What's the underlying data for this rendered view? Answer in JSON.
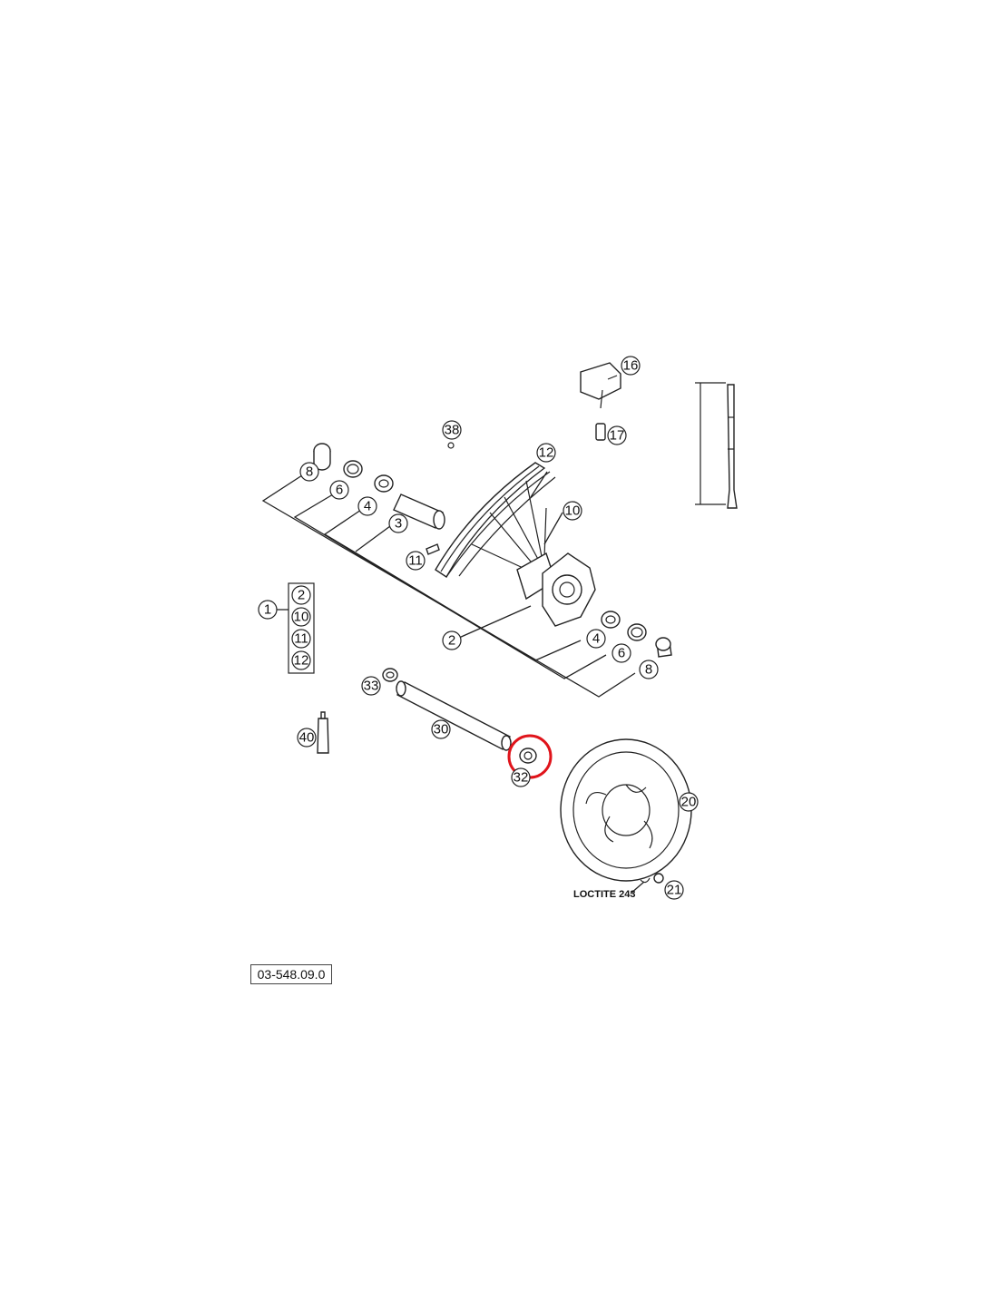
{
  "diagram": {
    "callouts": [
      {
        "id": "c1",
        "label": "1"
      },
      {
        "id": "c2a",
        "label": "2"
      },
      {
        "id": "c10a",
        "label": "10"
      },
      {
        "id": "c11a",
        "label": "11"
      },
      {
        "id": "c12a",
        "label": "12"
      },
      {
        "id": "c2",
        "label": "2"
      },
      {
        "id": "c3",
        "label": "3"
      },
      {
        "id": "c4",
        "label": "4"
      },
      {
        "id": "c4b",
        "label": "4"
      },
      {
        "id": "c6",
        "label": "6"
      },
      {
        "id": "c6b",
        "label": "6"
      },
      {
        "id": "c8",
        "label": "8"
      },
      {
        "id": "c8b",
        "label": "8"
      },
      {
        "id": "c10",
        "label": "10"
      },
      {
        "id": "c11",
        "label": "11"
      },
      {
        "id": "c12",
        "label": "12"
      },
      {
        "id": "c16",
        "label": "16"
      },
      {
        "id": "c17",
        "label": "17"
      },
      {
        "id": "c20",
        "label": "20"
      },
      {
        "id": "c21",
        "label": "21"
      },
      {
        "id": "c30",
        "label": "30"
      },
      {
        "id": "c32",
        "label": "32"
      },
      {
        "id": "c33",
        "label": "33"
      },
      {
        "id": "c38",
        "label": "38"
      },
      {
        "id": "c40",
        "label": "40"
      }
    ],
    "loctite_note": "LOCTITE 243",
    "highlighted_part": "32",
    "highlight_color": "#e0141b"
  },
  "reference_code": "03-548.09.0"
}
